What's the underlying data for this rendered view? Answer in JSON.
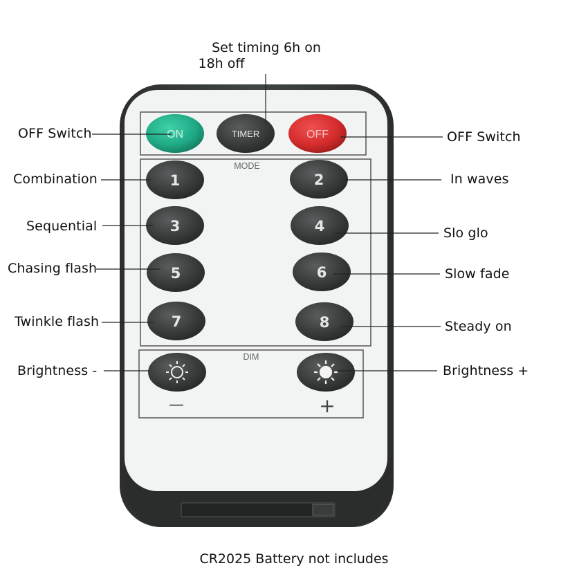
{
  "remote": {
    "section_mode_label": "MODE",
    "section_dim_label": "DIM",
    "top_buttons": {
      "on": "ON",
      "timer": "TIMER",
      "off": "OFF"
    },
    "mode_buttons": [
      "1",
      "2",
      "3",
      "4",
      "5",
      "6",
      "7",
      "8"
    ],
    "dim_minus_sign": "—",
    "dim_plus_sign": "+",
    "colors": {
      "body": "#3a3d3c",
      "face": "#f2f3f3",
      "on_button": "#1fa985",
      "off_button": "#d42b2b",
      "dark_button": "#3b3d3d"
    },
    "icons": {
      "dim_minus": "sun-outline-icon",
      "dim_plus": "sun-filled-icon"
    }
  },
  "annotations": {
    "timer_note_line1": "Set timing 6h on",
    "timer_note_line2": "18h off",
    "on_label": "OFF Switch",
    "off_label": "OFF Switch",
    "btn1_label": "Combination",
    "btn2_label": "In waves",
    "btn3_label": "Sequential",
    "btn4_label": "Slo glo",
    "btn5_label": "Chasing flash",
    "btn6_label": "Slow fade",
    "btn7_label": "Twinkle flash",
    "btn8_label": "Steady on",
    "dim_minus_label": "Brightness -",
    "dim_plus_label": "Brightness +"
  },
  "caption": "CR2025 Battery not includes"
}
